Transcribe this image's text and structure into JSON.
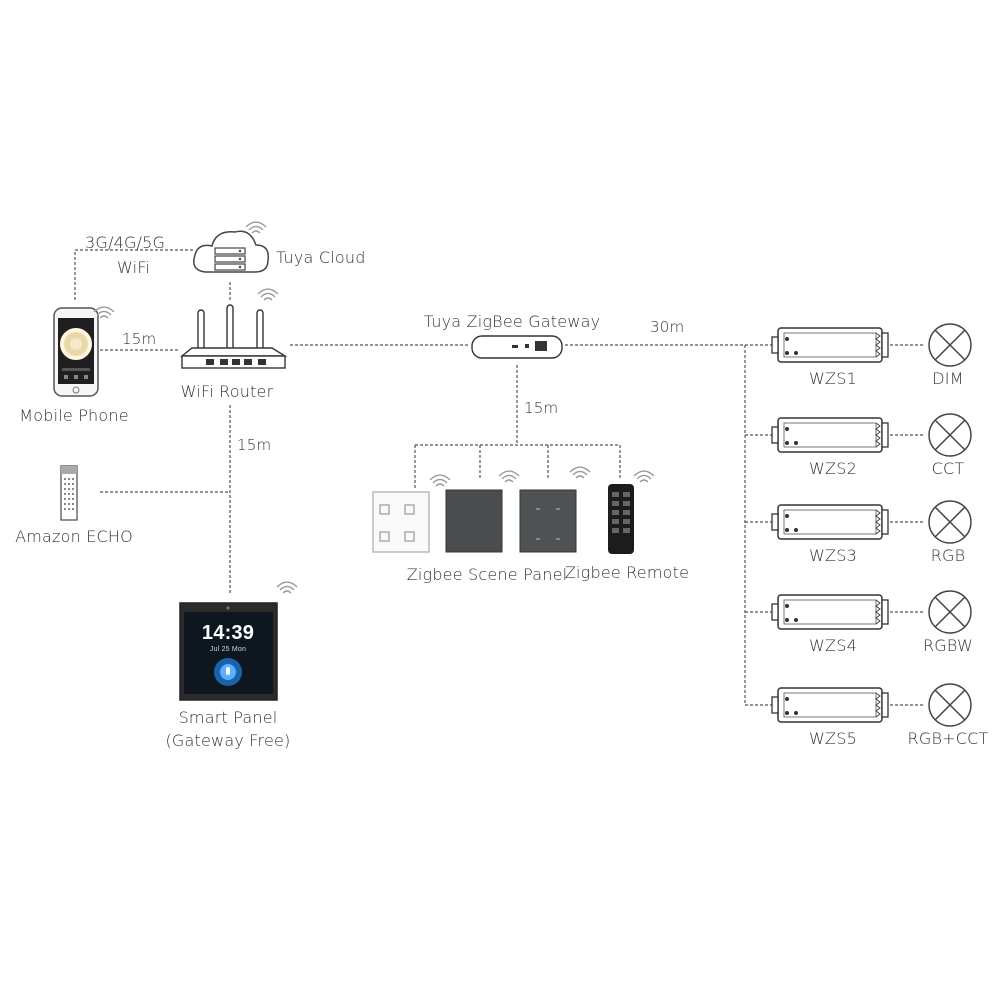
{
  "network": {
    "mobile_link": "3G/4G/5G",
    "wifi_link": "WiFi",
    "cloud": "Tuya Cloud",
    "phone_router_distance": "15m",
    "router_panel_distance": "15m",
    "gateway_devices_distance": "15m",
    "gateway_controllers_distance": "30m"
  },
  "devices": {
    "mobile_phone": "Mobile Phone",
    "wifi_router": "WiFi Router",
    "amazon_echo": "Amazon ECHO",
    "smart_panel_line1": "Smart Panel",
    "smart_panel_line2": "(Gateway Free)",
    "panel_time": "14:39",
    "panel_date": "Jul 25 Mon",
    "gateway": "Tuya ZigBee Gateway",
    "scene_panel": "Zigbee Scene Panel",
    "remote": "Zigbee Remote"
  },
  "controllers": [
    {
      "name": "WZS1",
      "load": "DIM"
    },
    {
      "name": "WZS2",
      "load": "CCT"
    },
    {
      "name": "WZS3",
      "load": "RGB"
    },
    {
      "name": "WZS4",
      "load": "RGBW"
    },
    {
      "name": "WZS5",
      "load": "RGB+CCT"
    }
  ]
}
